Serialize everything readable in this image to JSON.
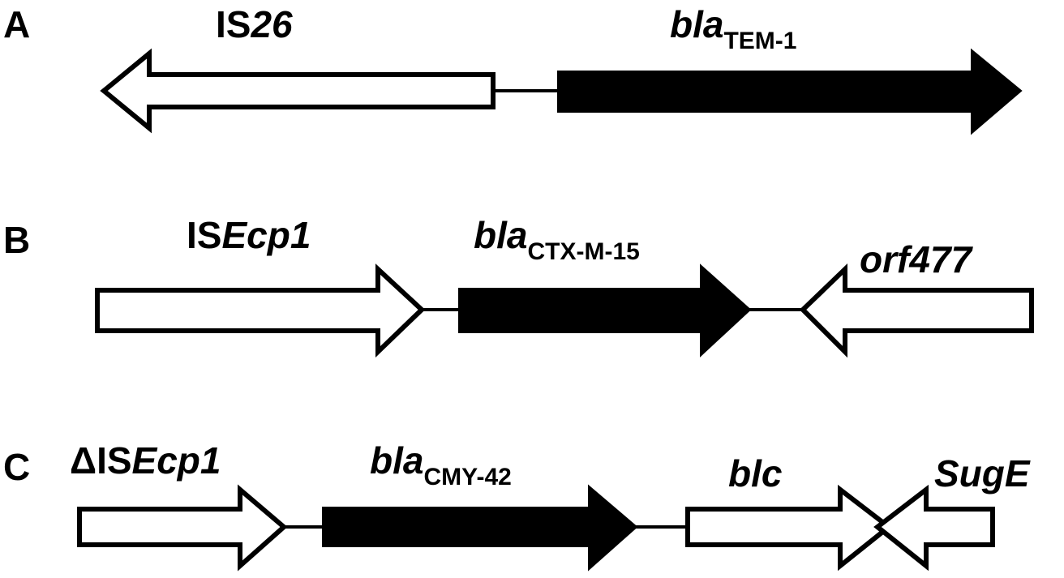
{
  "panels": [
    {
      "letter": "A",
      "genes": [
        {
          "prefix": "IS",
          "italic": "26",
          "sub": "",
          "fill": "open",
          "direction": "left"
        },
        {
          "prefix": "",
          "italic": "bla",
          "sub": "TEM-1",
          "fill": "solid",
          "direction": "right"
        }
      ]
    },
    {
      "letter": "B",
      "genes": [
        {
          "prefix": "IS",
          "italic": "Ecp1",
          "sub": "",
          "fill": "open",
          "direction": "right"
        },
        {
          "prefix": "",
          "italic": "bla",
          "sub": "CTX-M-15",
          "fill": "solid",
          "direction": "right"
        },
        {
          "prefix": "",
          "italic": "orf477",
          "sub": "",
          "fill": "open",
          "direction": "left"
        }
      ]
    },
    {
      "letter": "C",
      "genes": [
        {
          "prefix": "ΔIS",
          "italic": "Ecp1",
          "sub": "",
          "fill": "open",
          "direction": "right"
        },
        {
          "prefix": "",
          "italic": "bla",
          "sub": "CMY-42",
          "fill": "solid",
          "direction": "right"
        },
        {
          "prefix": "",
          "italic": "blc",
          "sub": "",
          "fill": "open",
          "direction": "right"
        },
        {
          "prefix": "",
          "italic": "SugE",
          "sub": "",
          "fill": "open",
          "direction": "left"
        }
      ]
    }
  ],
  "colors": {
    "solid": "#000000",
    "open": "#ffffff",
    "stroke": "#000000"
  }
}
